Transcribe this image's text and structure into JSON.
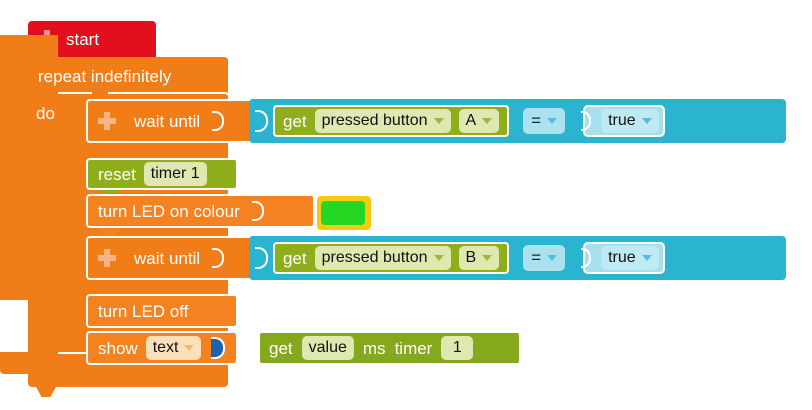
{
  "editor": {
    "name": "blockly-workspace",
    "type": "visual-block-program"
  },
  "colors": {
    "start_red": "#e2101c",
    "control_orange": "#f07d18",
    "io_orange": "#f58220",
    "sensor_green": "#8fae1b",
    "logic_cyan": "#2ab4cf",
    "logic_cyan_light": "#a7dfed",
    "colour_yellow": "#f5cb11",
    "led_swatch_green": "#23d723",
    "field_pale_green": "#dfe8b0",
    "field_peach": "#fbe0bb",
    "string_socket_blue": "#1b63b0"
  },
  "program": {
    "start": {
      "label": "start",
      "mutator_icon": "plus-icon"
    },
    "repeat": {
      "label": "repeat indefinitely",
      "do_label": "do"
    },
    "rows": [
      {
        "id": "wait-until-a",
        "kind": "wait-until",
        "label": "wait until",
        "mutator_icon": "plus-icon",
        "condition": {
          "operator": "=",
          "left": {
            "block": "get",
            "get_label": "get",
            "property": "pressed  button",
            "target": "A"
          },
          "right": {
            "block": "boolean",
            "value": "true"
          }
        }
      },
      {
        "id": "reset-timer",
        "kind": "reset",
        "label": "reset",
        "field": "timer 1"
      },
      {
        "id": "turn-led-on",
        "kind": "led-on",
        "label": "turn LED on  colour",
        "colour_value": "#23d723"
      },
      {
        "id": "wait-until-b",
        "kind": "wait-until",
        "label": "wait until",
        "mutator_icon": "plus-icon",
        "condition": {
          "operator": "=",
          "left": {
            "block": "get",
            "get_label": "get",
            "property": "pressed  button",
            "target": "B"
          },
          "right": {
            "block": "boolean",
            "value": "true"
          }
        }
      },
      {
        "id": "turn-led-off",
        "kind": "led-off",
        "label": "turn LED off"
      },
      {
        "id": "show-text",
        "kind": "show",
        "label": "show",
        "field": "text",
        "value_block": {
          "get_label": "get",
          "property": "value",
          "unit": "ms",
          "source_label": "timer",
          "source_index": "1"
        }
      }
    ]
  }
}
